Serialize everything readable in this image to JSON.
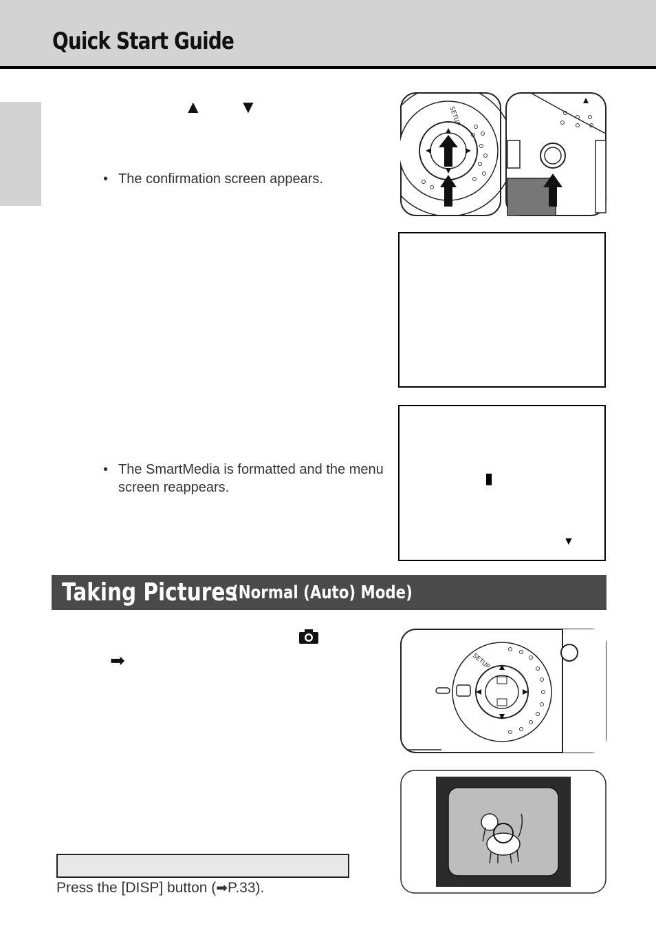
{
  "header": {
    "title": "Quick Start Guide"
  },
  "step_format": {
    "up_arrow_icon": "▲",
    "down_arrow_icon": "▼",
    "bullet_confirmation": "The confirmation screen appears.",
    "bullet_formatted": "The SmartMedia is formatted and the menu screen reappears."
  },
  "lcd_screens": {
    "cursor_glyph": "▮",
    "down_marker": "▼"
  },
  "section": {
    "title": "Taking Pictures",
    "subtitle": "(Normal (Auto) Mode)",
    "camera_icon": "camera",
    "ref_arrow": "➡"
  },
  "note": {
    "box_text": "",
    "text_prefix": "Press the [DISP] button (",
    "ref_arrow": "➡",
    "text_suffix": "P.33)."
  },
  "colors": {
    "header_band": "#d3d3d3",
    "section_band": "#4a4a4a",
    "rule": "#000000"
  }
}
